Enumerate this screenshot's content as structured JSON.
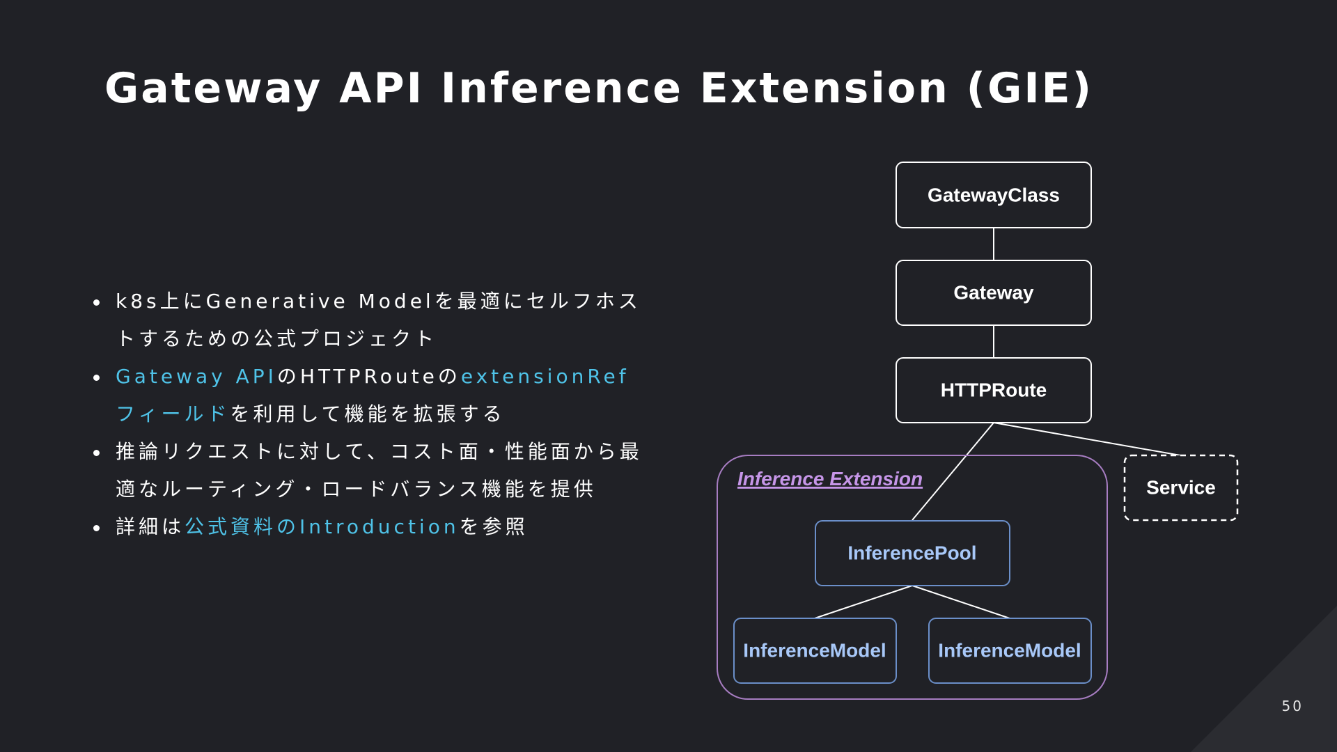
{
  "slide": {
    "title": "Gateway API Inference Extension (GIE)",
    "page_number": "50"
  },
  "bullets": [
    {
      "parts": [
        "k8s上にGenerative Modelを最適にセルフホストするための公式プロジェクト"
      ]
    },
    {
      "parts": [
        "Gateway API",
        "のHTTPRouteの",
        "extensionRefフィールド",
        "を利用して機能を拡張する"
      ]
    },
    {
      "parts": [
        "推論リクエストに対して、コスト面・性能面から最適なルーティング・ロードバランス機能を提供"
      ]
    },
    {
      "parts": [
        "詳細は",
        "公式資料のIntroduction",
        "を参照"
      ]
    }
  ],
  "diagram": {
    "nodes": {
      "gateway_class": "GatewayClass",
      "gateway": "Gateway",
      "http_route": "HTTPRoute",
      "service": "Service",
      "inference_pool": "InferencePool",
      "inference_model_1": "InferenceModel",
      "inference_model_2": "InferenceModel"
    },
    "group_label": "Inference Extension",
    "colors": {
      "node_border": "#ffffff",
      "inference_border": "#6b8fc9",
      "inference_text": "#a8c8f8",
      "group_border": "#a77dc2",
      "group_label": "#c696e8",
      "link_text": "#4fc3e8"
    }
  }
}
